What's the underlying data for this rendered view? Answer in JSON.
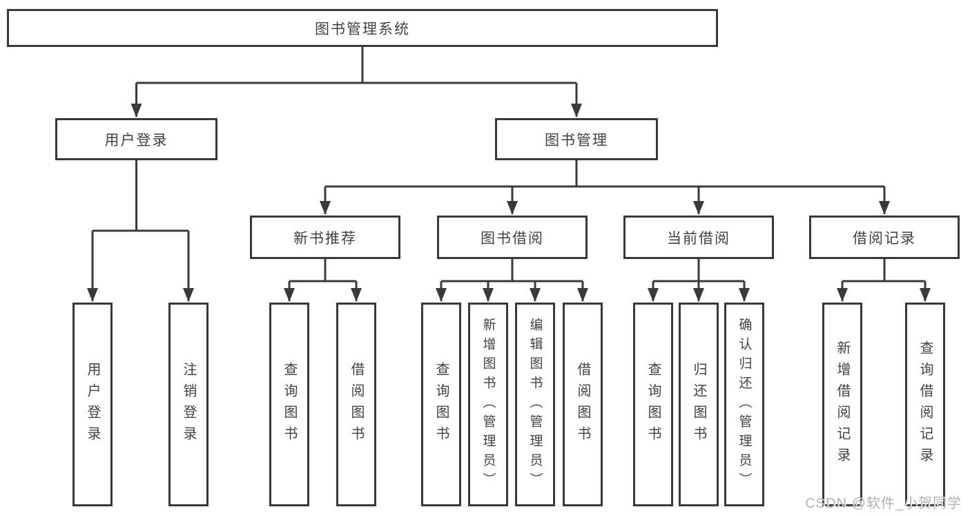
{
  "tree": {
    "root": {
      "label": "图书管理系统",
      "children": [
        {
          "label": "用户登录",
          "children": [
            {
              "label": "用户登录"
            },
            {
              "label": "注销登录"
            }
          ]
        },
        {
          "label": "图书管理",
          "children": [
            {
              "label": "新书推荐",
              "children": [
                {
                  "label": "查询图书"
                },
                {
                  "label": "借阅图书"
                }
              ]
            },
            {
              "label": "图书借阅",
              "children": [
                {
                  "label": "查询图书"
                },
                {
                  "label": "新增图书（管理员）"
                },
                {
                  "label": "编辑图书（管理员）"
                },
                {
                  "label": "借阅图书"
                }
              ]
            },
            {
              "label": "当前借阅",
              "children": [
                {
                  "label": "查询图书"
                },
                {
                  "label": "归还图书"
                },
                {
                  "label": "确认归还（管理员）"
                }
              ]
            },
            {
              "label": "借阅记录",
              "children": [
                {
                  "label": "新增借阅记录"
                },
                {
                  "label": "查询借阅记录"
                }
              ]
            }
          ]
        }
      ]
    }
  },
  "watermark": {
    "text": "CSDN @软件_小贺同学"
  },
  "colors": {
    "background": "#ffffff",
    "line": "#3a3a3a",
    "box_border": "#383838",
    "text": "#414141",
    "watermark_text": "#b5b0b2"
  }
}
